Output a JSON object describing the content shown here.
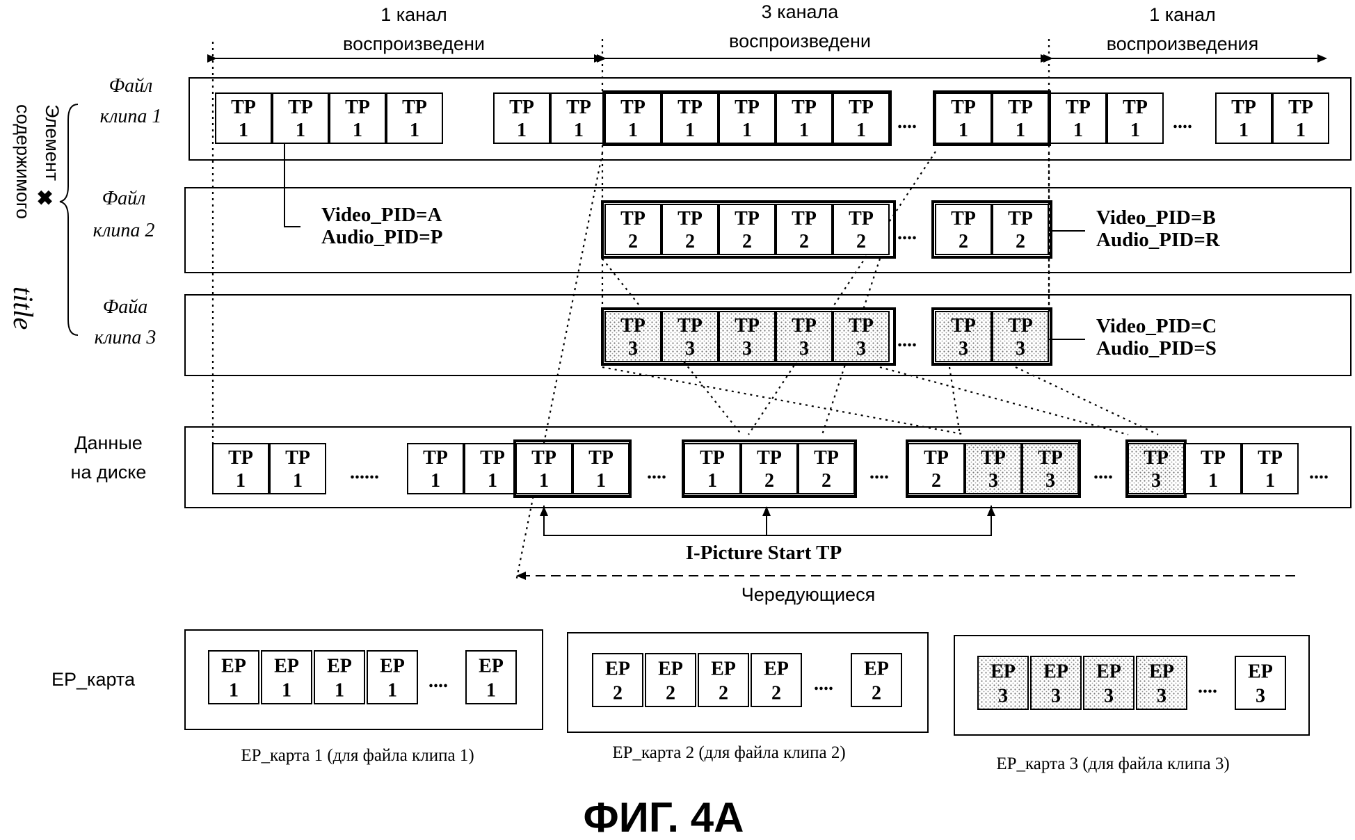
{
  "figure": {
    "caption": "ФИГ. 4А",
    "playback": [
      {
        "line1": "1 канал",
        "line2": "воспроизведени"
      },
      {
        "line1": "3 канала",
        "line2": "воспроизведени"
      },
      {
        "line1": "1 канал",
        "line2": "воспроизведения"
      }
    ],
    "side_label": {
      "line1": "Элемент",
      "line2": "содержимого",
      "glyph": "title"
    },
    "rows": {
      "clip1": {
        "label1": "Файл",
        "label2": "клипа 1"
      },
      "clip2": {
        "label1": "Файл",
        "label2": "клипа 2",
        "video": "Video_PID=A",
        "audio": "Audio_PID=P"
      },
      "clip2_right": {
        "video": "Video_PID=B",
        "audio": "Audio_PID=R"
      },
      "clip3": {
        "label1": "Файа",
        "label2": "клипа 3",
        "video": "Video_PID=C",
        "audio": "Audio_PID=S"
      },
      "disk": {
        "label1": "Данные",
        "label2": "на диске"
      },
      "ep": {
        "label": "EP_карта"
      }
    },
    "cell_prefix": {
      "tp": "TP",
      "ep": "EP"
    },
    "ellipsis": "....",
    "ellipsis_long": "......",
    "i_picture": "I-Picture Start TP",
    "interleaved": "Чередующиеся",
    "ep_maps": [
      {
        "caption": "EP_карта 1 (для файла клипа 1)"
      },
      {
        "caption": "EP_карта 2 (для файла клипа 2)"
      },
      {
        "caption": "EP_карта 3 (для файла клипа 3)"
      }
    ]
  }
}
